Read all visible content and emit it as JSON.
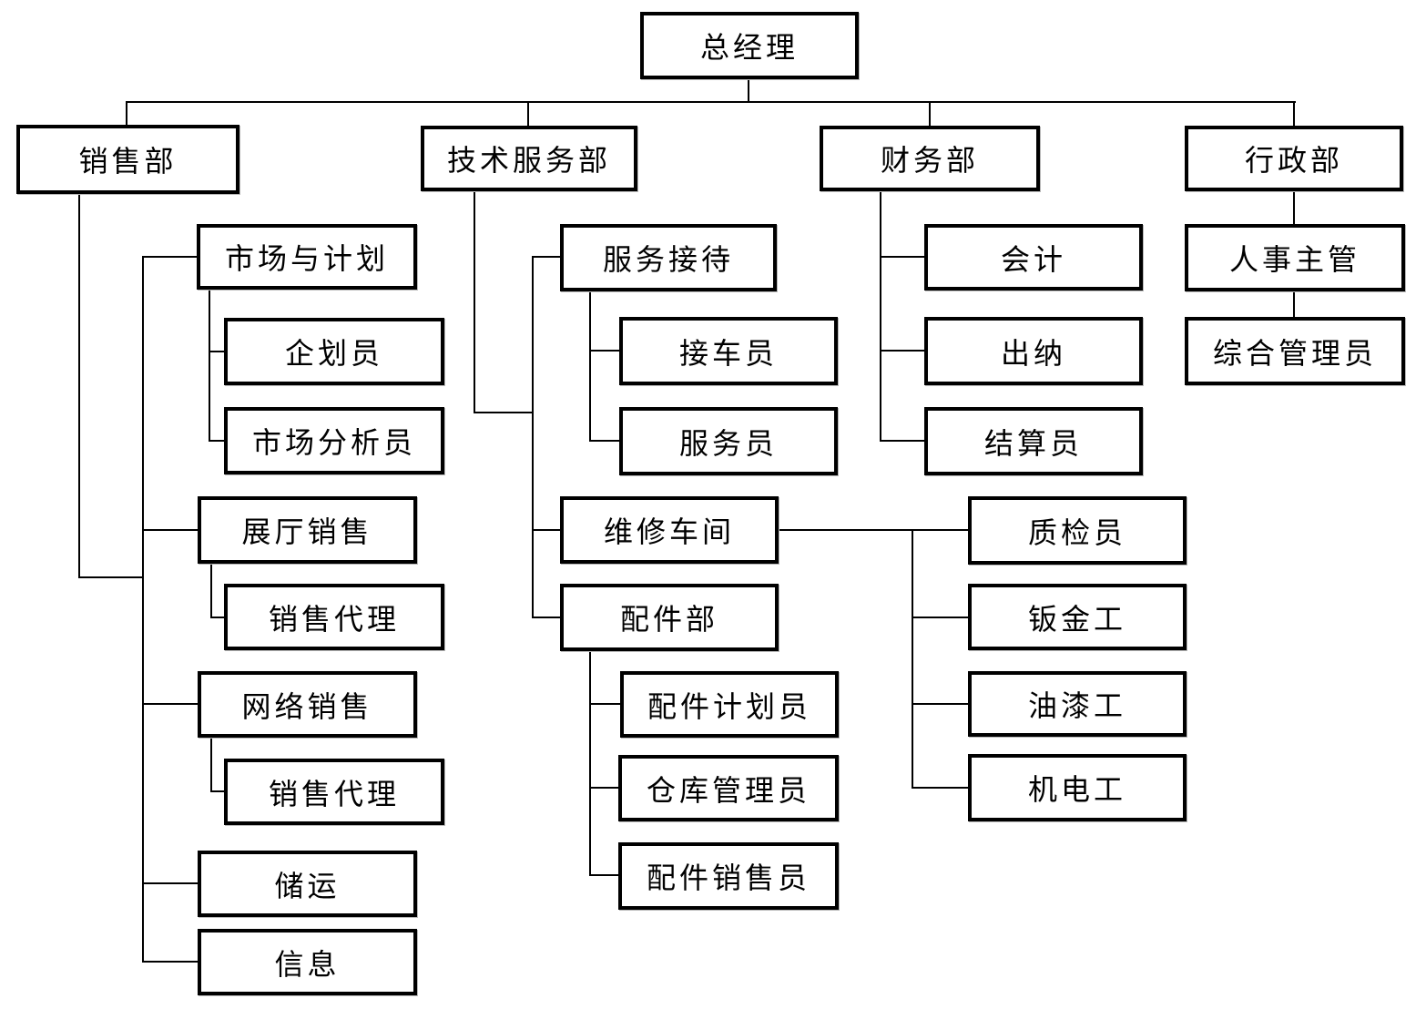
{
  "colors": {
    "background": "#ffffff",
    "box_border": "#000000",
    "connector_line": "#000000",
    "text": "#000000"
  },
  "nodes": {
    "gm": "总经理",
    "sales": "销售部",
    "tech": "技术服务部",
    "finance": "财务部",
    "admin": "行政部",
    "market_planning": "市场与计划",
    "planner": "企划员",
    "market_analyst": "市场分析员",
    "showroom_sales": "展厅销售",
    "sales_agent_showroom": "销售代理",
    "online_sales": "网络销售",
    "sales_agent_online": "销售代理",
    "storage": "储运",
    "info": "信息",
    "service_reception": "服务接待",
    "car_receiver": "接车员",
    "service_staff": "服务员",
    "repair_workshop": "维修车间",
    "parts_dept": "配件部",
    "parts_planner": "配件计划员",
    "warehouse_manager": "仓库管理员",
    "parts_salesperson": "配件销售员",
    "quality_inspector": "质检员",
    "sheet_metal_worker": "钣金工",
    "painter": "油漆工",
    "electrician": "机电工",
    "accountant": "会计",
    "cashier": "出纳",
    "settlement_clerk": "结算员",
    "hr_supervisor": "人事主管",
    "general_administrator": "综合管理员"
  },
  "structure": {
    "root": "总经理",
    "children": [
      {
        "label": "销售部",
        "children": [
          {
            "label": "市场与计划",
            "children": [
              {
                "label": "企划员"
              },
              {
                "label": "市场分析员"
              }
            ]
          },
          {
            "label": "展厅销售",
            "children": [
              {
                "label": "销售代理"
              }
            ]
          },
          {
            "label": "网络销售",
            "children": [
              {
                "label": "销售代理"
              }
            ]
          },
          {
            "label": "储运"
          },
          {
            "label": "信息"
          }
        ]
      },
      {
        "label": "技术服务部",
        "children": [
          {
            "label": "服务接待",
            "children": [
              {
                "label": "接车员"
              },
              {
                "label": "服务员"
              }
            ]
          },
          {
            "label": "维修车间",
            "children": [
              {
                "label": "质检员"
              },
              {
                "label": "钣金工"
              },
              {
                "label": "油漆工"
              },
              {
                "label": "机电工"
              }
            ]
          },
          {
            "label": "配件部",
            "children": [
              {
                "label": "配件计划员"
              },
              {
                "label": "仓库管理员"
              },
              {
                "label": "配件销售员"
              }
            ]
          }
        ]
      },
      {
        "label": "财务部",
        "children": [
          {
            "label": "会计"
          },
          {
            "label": "出纳"
          },
          {
            "label": "结算员"
          }
        ]
      },
      {
        "label": "行政部",
        "children": [
          {
            "label": "人事主管",
            "children": [
              {
                "label": "综合管理员"
              }
            ]
          }
        ]
      }
    ]
  }
}
